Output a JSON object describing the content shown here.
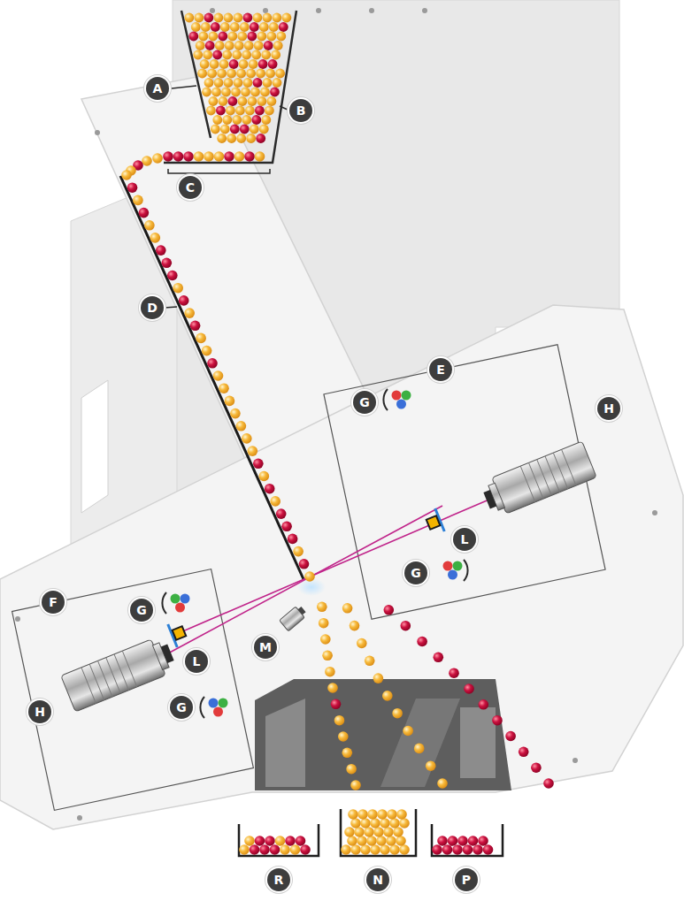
{
  "diagram": {
    "labels": [
      "A",
      "B",
      "C",
      "D",
      "E",
      "G",
      "H",
      "L",
      "G",
      "F",
      "G",
      "L",
      "M",
      "H",
      "G",
      "R",
      "N",
      "P"
    ]
  }
}
